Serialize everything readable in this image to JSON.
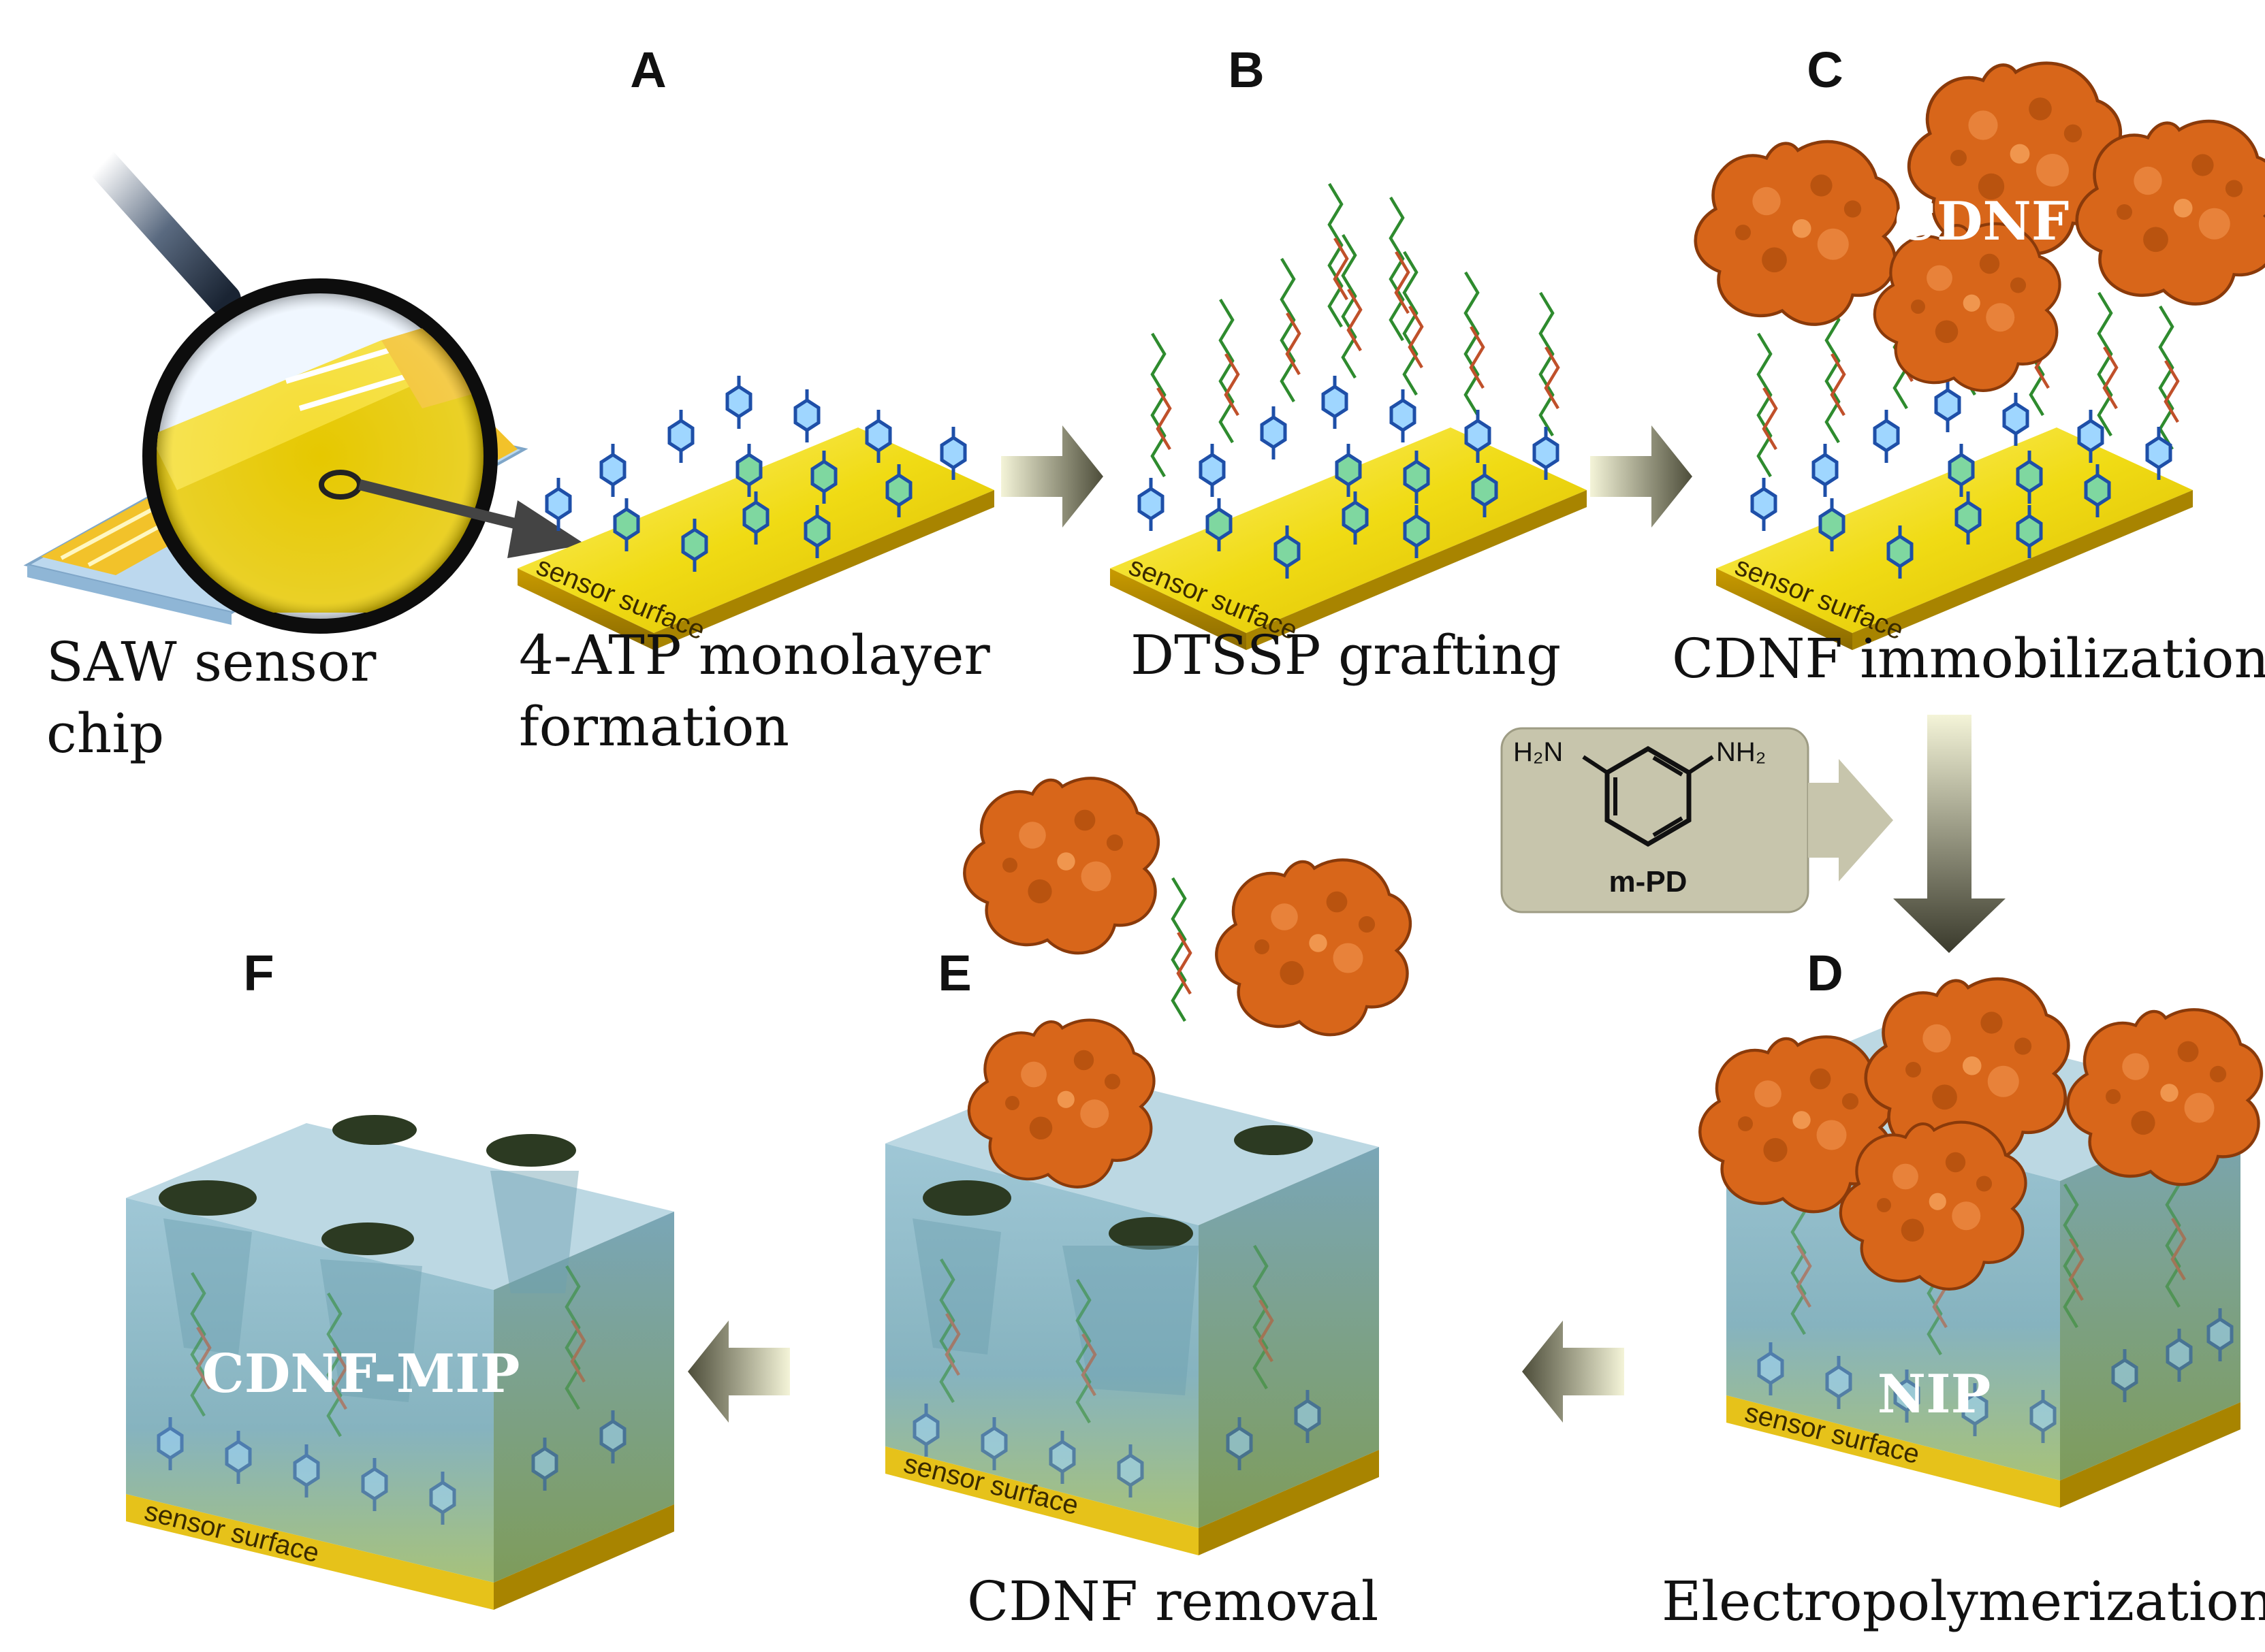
{
  "steps": {
    "a": "A",
    "b": "B",
    "c": "C",
    "d": "D",
    "e": "E",
    "f": "F"
  },
  "captions": {
    "saw_line1": "SAW sensor",
    "saw_line2": "chip",
    "atp_line1": "4-ATP monolayer",
    "atp_line2": "formation",
    "dtssp": "DTSSP grafting",
    "cdnf_immob": "CDNF immobilization",
    "cdnf_removal": "CDNF removal",
    "electropoly": "Electropolymerization"
  },
  "surface_label": "sensor surface",
  "labels": {
    "cdnf": "CDNF",
    "nip": "NIP",
    "cdnf_mip": "CDNF-MIP"
  },
  "reagent": {
    "left_group": "H₂N",
    "right_group": "NH₂",
    "name": "m-PD"
  },
  "colors": {
    "gold": "#e8d20a",
    "protein": "#d8661a",
    "polymer": "#8fb8c8",
    "linker_green": "#2e8b2e",
    "linker_red": "#c0502a",
    "molecule_blue": "#1e4fa8"
  }
}
